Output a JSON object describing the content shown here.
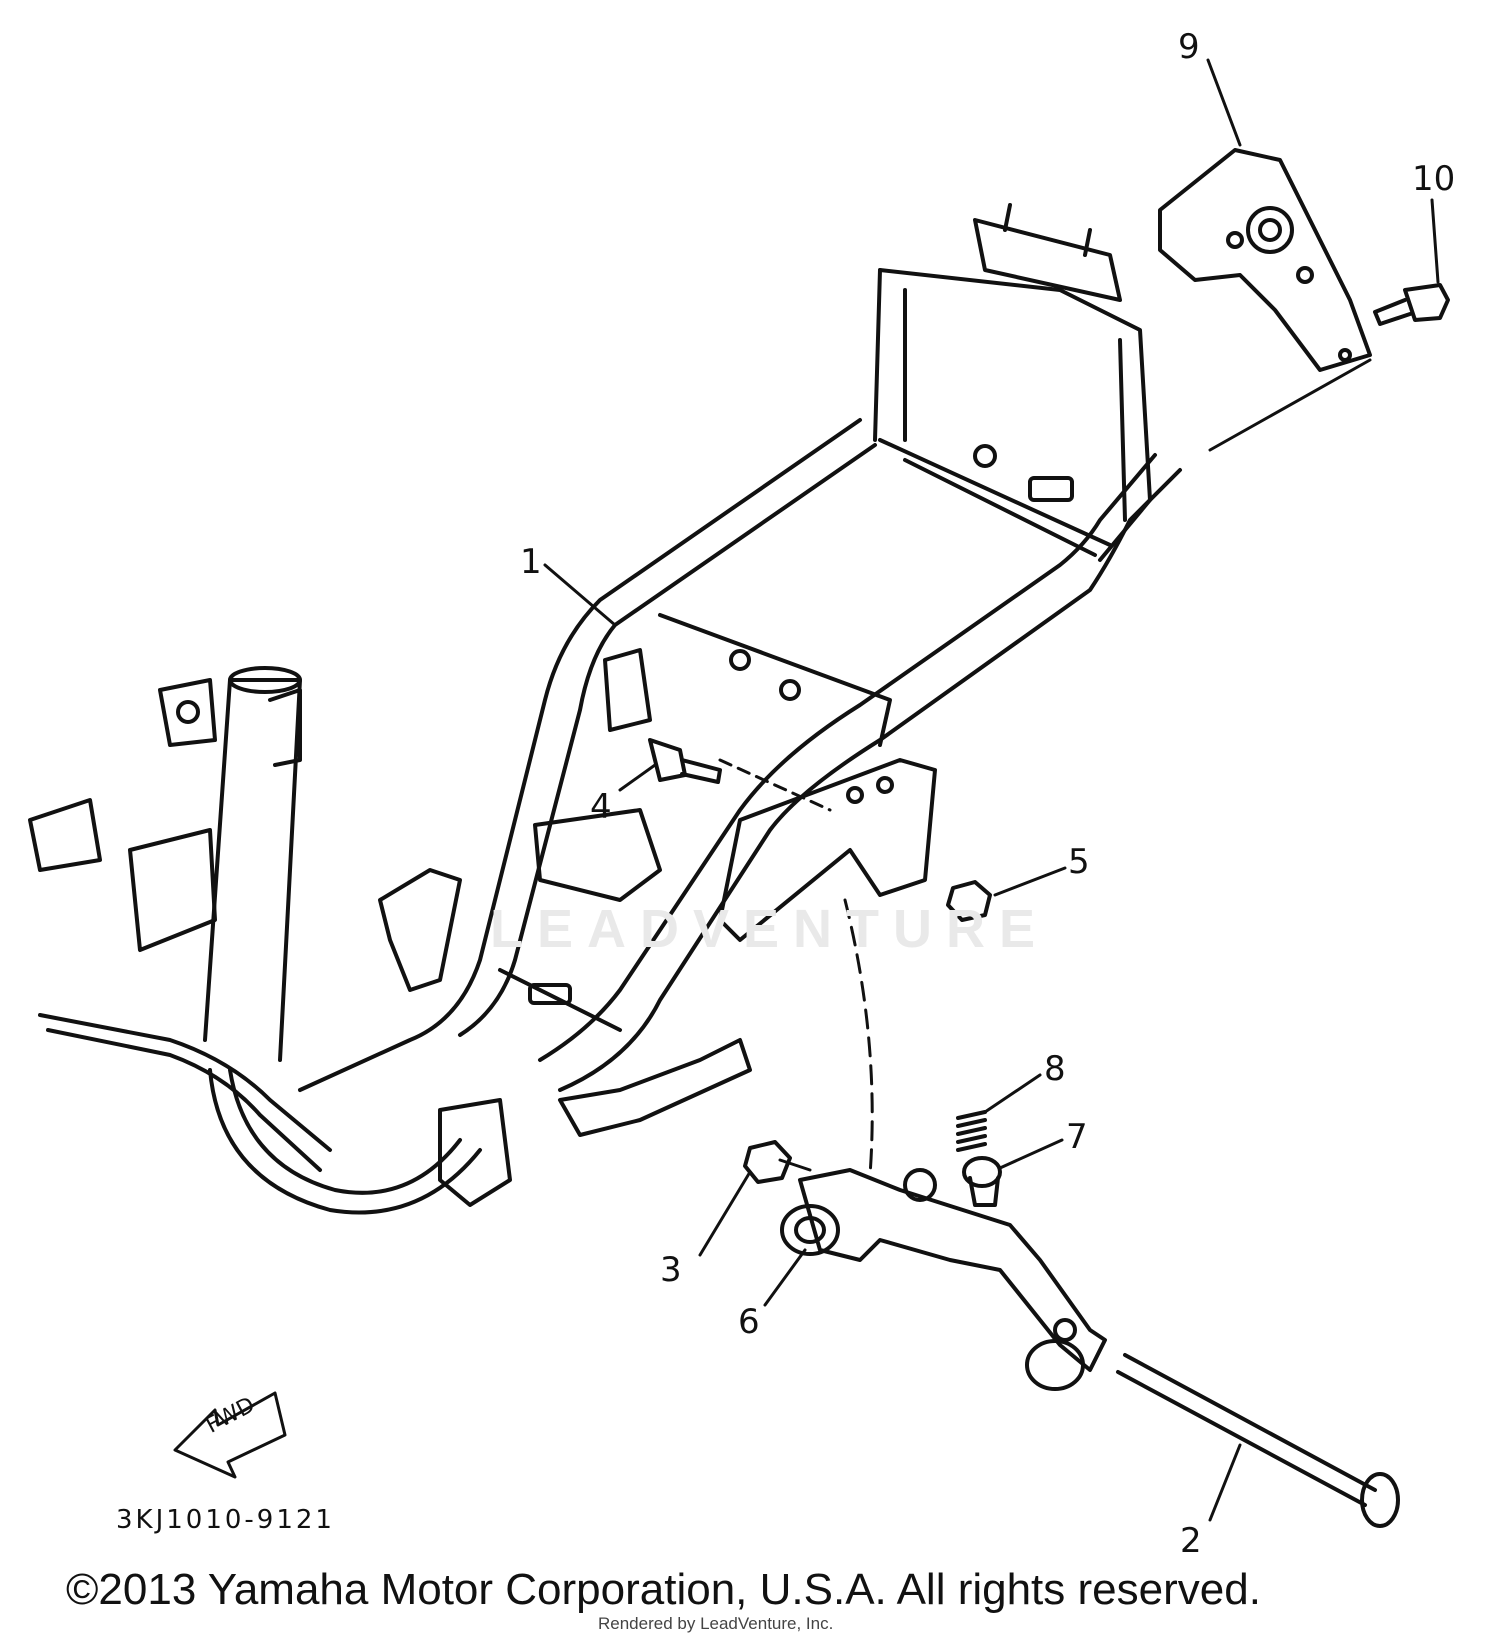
{
  "diagram": {
    "part_callouts": [
      {
        "number": "1",
        "part": "frame"
      },
      {
        "number": "2",
        "part": "pivot-bolt"
      },
      {
        "number": "3",
        "part": "nut"
      },
      {
        "number": "4",
        "part": "bolt"
      },
      {
        "number": "5",
        "part": "nut"
      },
      {
        "number": "6",
        "part": "bushing"
      },
      {
        "number": "7",
        "part": "damper"
      },
      {
        "number": "8",
        "part": "spring"
      },
      {
        "number": "9",
        "part": "bracket"
      },
      {
        "number": "10",
        "part": "bolt"
      }
    ],
    "fwd_arrow_label": "FWD",
    "diagram_code": "3KJ1010-9121",
    "watermark_text": "LEADVENTURE"
  },
  "footer": {
    "copyright": "©2013 Yamaha Motor Corporation, U.S.A. All rights reserved.",
    "rendered_by": "Rendered by LeadVenture, Inc."
  },
  "colors": {
    "line": "#111111",
    "background": "#ffffff",
    "watermark": "#e9e9e9"
  }
}
